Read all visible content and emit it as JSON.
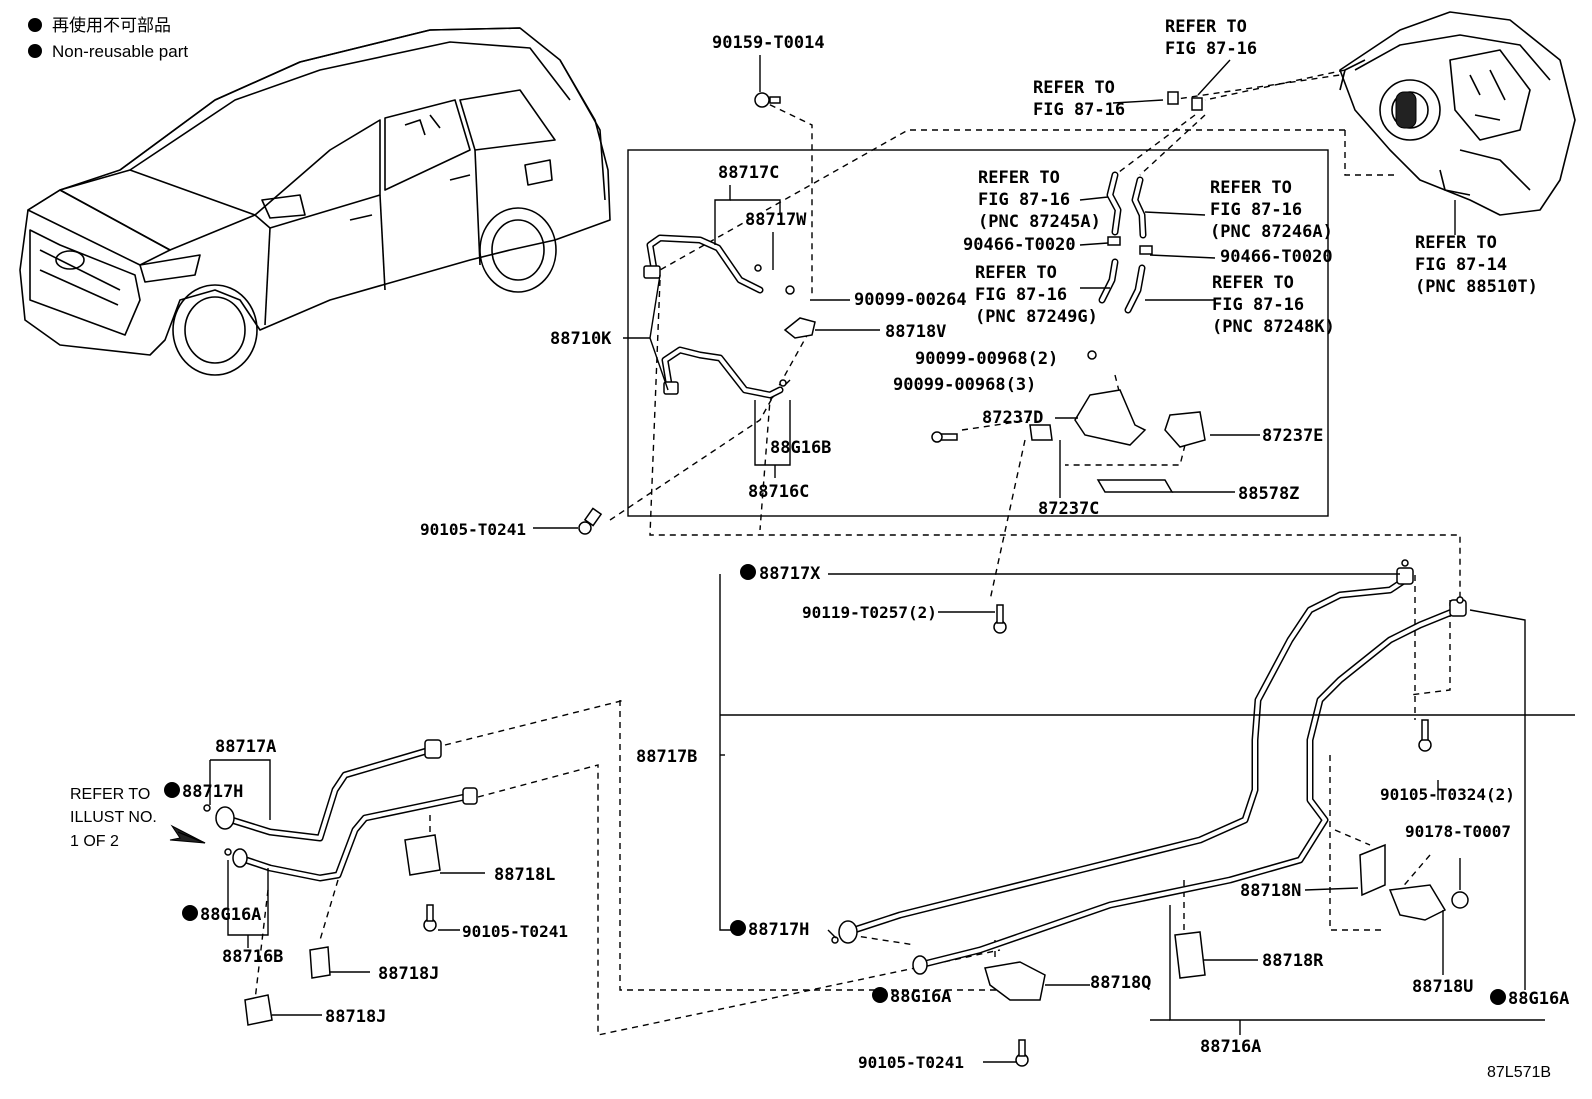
{
  "legend": {
    "ja": "再使用不可部品",
    "en": "Non-reusable part"
  },
  "labels": {
    "bolt_90159": "90159-T0014",
    "refer_fig_a_1": "REFER TO",
    "refer_fig_a_2": "FIG 87-16",
    "refer_fig_b_1": "REFER TO",
    "refer_fig_b_2": "FIG 87-16",
    "refer_unit_1": "REFER TO",
    "refer_unit_2": "FIG 87-14",
    "refer_unit_3": "(PNC 88510T)",
    "p88717C": "88717C",
    "p88717W": "88717W",
    "p88710K": "88710K",
    "p90099_00264": "90099-00264",
    "p88718V": "88718V",
    "p88G16B": "88G16B",
    "p88716C": "88716C",
    "refer_245a_1": "REFER TO",
    "refer_245a_2": "FIG 87-16",
    "refer_245a_3": "(PNC 87245A)",
    "refer_246a_1": "REFER TO",
    "refer_246a_2": "FIG 87-16",
    "refer_246a_3": "(PNC 87246A)",
    "p90466_left": "90466-T0020",
    "p90466_right": "90466-T0020",
    "refer_249g_1": "REFER TO",
    "refer_249g_2": "FIG 87-16",
    "refer_249g_3": "(PNC 87249G)",
    "refer_248k_1": "REFER TO",
    "refer_248k_2": "FIG 87-16",
    "refer_248k_3": "(PNC 87248K)",
    "p90099_00968_2": "90099-00968(2)",
    "p90099_00968_3": "90099-00968(3)",
    "p87237D": "87237D",
    "p87237E": "87237E",
    "p87237C": "87237C",
    "p88578Z": "88578Z",
    "p90105_T0241_a": "90105-T0241",
    "p88717X": "88717X",
    "p90119": "90119-T0257(2)",
    "p88717A": "88717A",
    "refer_illust_1": "REFER TO",
    "refer_illust_2": "ILLUST NO.",
    "refer_illust_3": "1 OF 2",
    "p88717H_left": "88717H",
    "p88G16A_left": "88G16A",
    "p88716B": "88716B",
    "p88718L": "88718L",
    "p90105_T0241_b": "90105-T0241",
    "p88718J_a": "88718J",
    "p88718J_b": "88718J",
    "p88717B": "88717B",
    "p88717H_right": "88717H",
    "p88G16A_mid": "88G16A",
    "p90105_T0241_c": "90105-T0241",
    "p88716A": "88716A",
    "p88718Q": "88718Q",
    "p88718R": "88718R",
    "p88718N": "88718N",
    "p90105_T0324": "90105-T0324(2)",
    "p90178": "90178-T0007",
    "p88718U": "88718U",
    "p88G16A_right": "88G16A",
    "diagram_id": "87L571B"
  }
}
